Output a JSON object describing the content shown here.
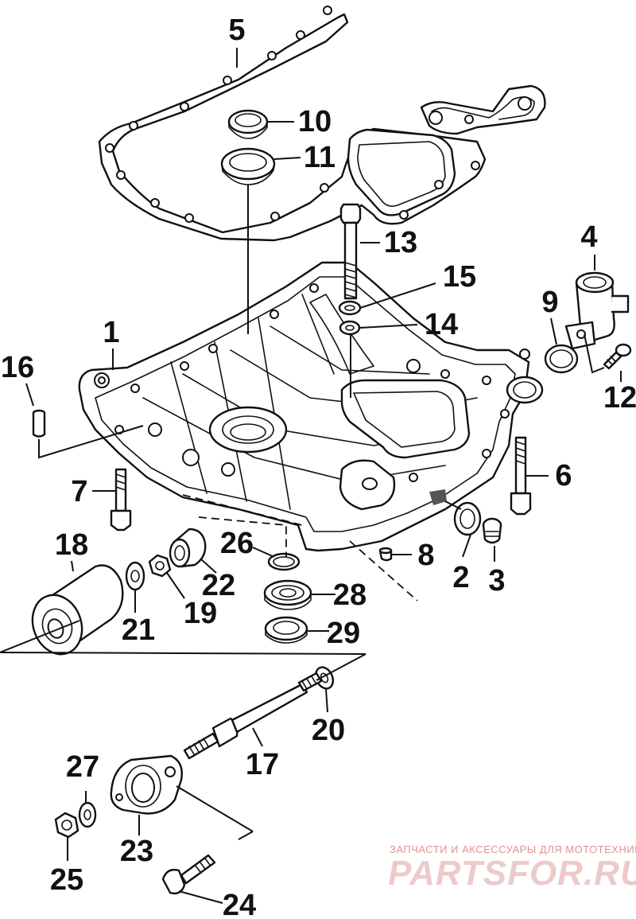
{
  "labels": [
    {
      "id": "5",
      "text": "5"
    },
    {
      "id": "10",
      "text": "10"
    },
    {
      "id": "11",
      "text": "11"
    },
    {
      "id": "13",
      "text": "13"
    },
    {
      "id": "15",
      "text": "15"
    },
    {
      "id": "14",
      "text": "14"
    },
    {
      "id": "4",
      "text": "4"
    },
    {
      "id": "9",
      "text": "9"
    },
    {
      "id": "12",
      "text": "12"
    },
    {
      "id": "1",
      "text": "1"
    },
    {
      "id": "16",
      "text": "16"
    },
    {
      "id": "6",
      "text": "6"
    },
    {
      "id": "7",
      "text": "7"
    },
    {
      "id": "18",
      "text": "18"
    },
    {
      "id": "26",
      "text": "26"
    },
    {
      "id": "8",
      "text": "8"
    },
    {
      "id": "22",
      "text": "22"
    },
    {
      "id": "19",
      "text": "19"
    },
    {
      "id": "21",
      "text": "21"
    },
    {
      "id": "28",
      "text": "28"
    },
    {
      "id": "29",
      "text": "29"
    },
    {
      "id": "2",
      "text": "2"
    },
    {
      "id": "3",
      "text": "3"
    },
    {
      "id": "20",
      "text": "20"
    },
    {
      "id": "17",
      "text": "17"
    },
    {
      "id": "27",
      "text": "27"
    },
    {
      "id": "23",
      "text": "23"
    },
    {
      "id": "25",
      "text": "25"
    },
    {
      "id": "24",
      "text": "24"
    }
  ],
  "watermark": {
    "tagline": "ЗАПЧАСТИ И АКСЕССУАРЫ ДЛЯ МОТОТЕХНИКИ",
    "logo": "PARTSFOR.RU"
  },
  "colors": {
    "line": "#111111",
    "background": "#ffffff",
    "watermark": "#c23a3a"
  }
}
